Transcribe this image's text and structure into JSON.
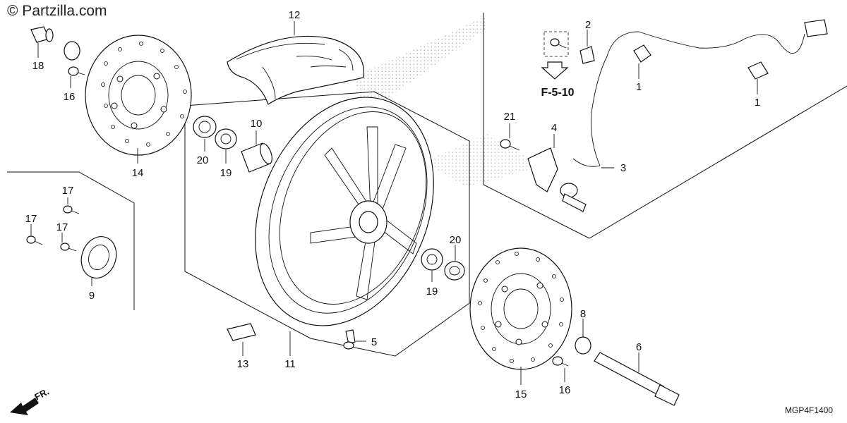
{
  "watermark": "© Partzilla.com",
  "diagram_code": "MGP4F1400",
  "front_direction_label": "FR.",
  "reference_label": "F-5-10",
  "callouts": {
    "c1a": "1",
    "c1b": "1",
    "c2": "2",
    "c3": "3",
    "c4": "4",
    "c5": "5",
    "c6": "6",
    "c8": "8",
    "c9": "9",
    "c10": "10",
    "c11": "11",
    "c12": "12",
    "c13": "13",
    "c14": "14",
    "c15": "15",
    "c16a": "16",
    "c16b": "16",
    "c17a": "17",
    "c17b": "17",
    "c17c": "17",
    "c18": "18",
    "c19a": "19",
    "c19b": "19",
    "c20a": "20",
    "c20b": "20",
    "c21": "21"
  }
}
